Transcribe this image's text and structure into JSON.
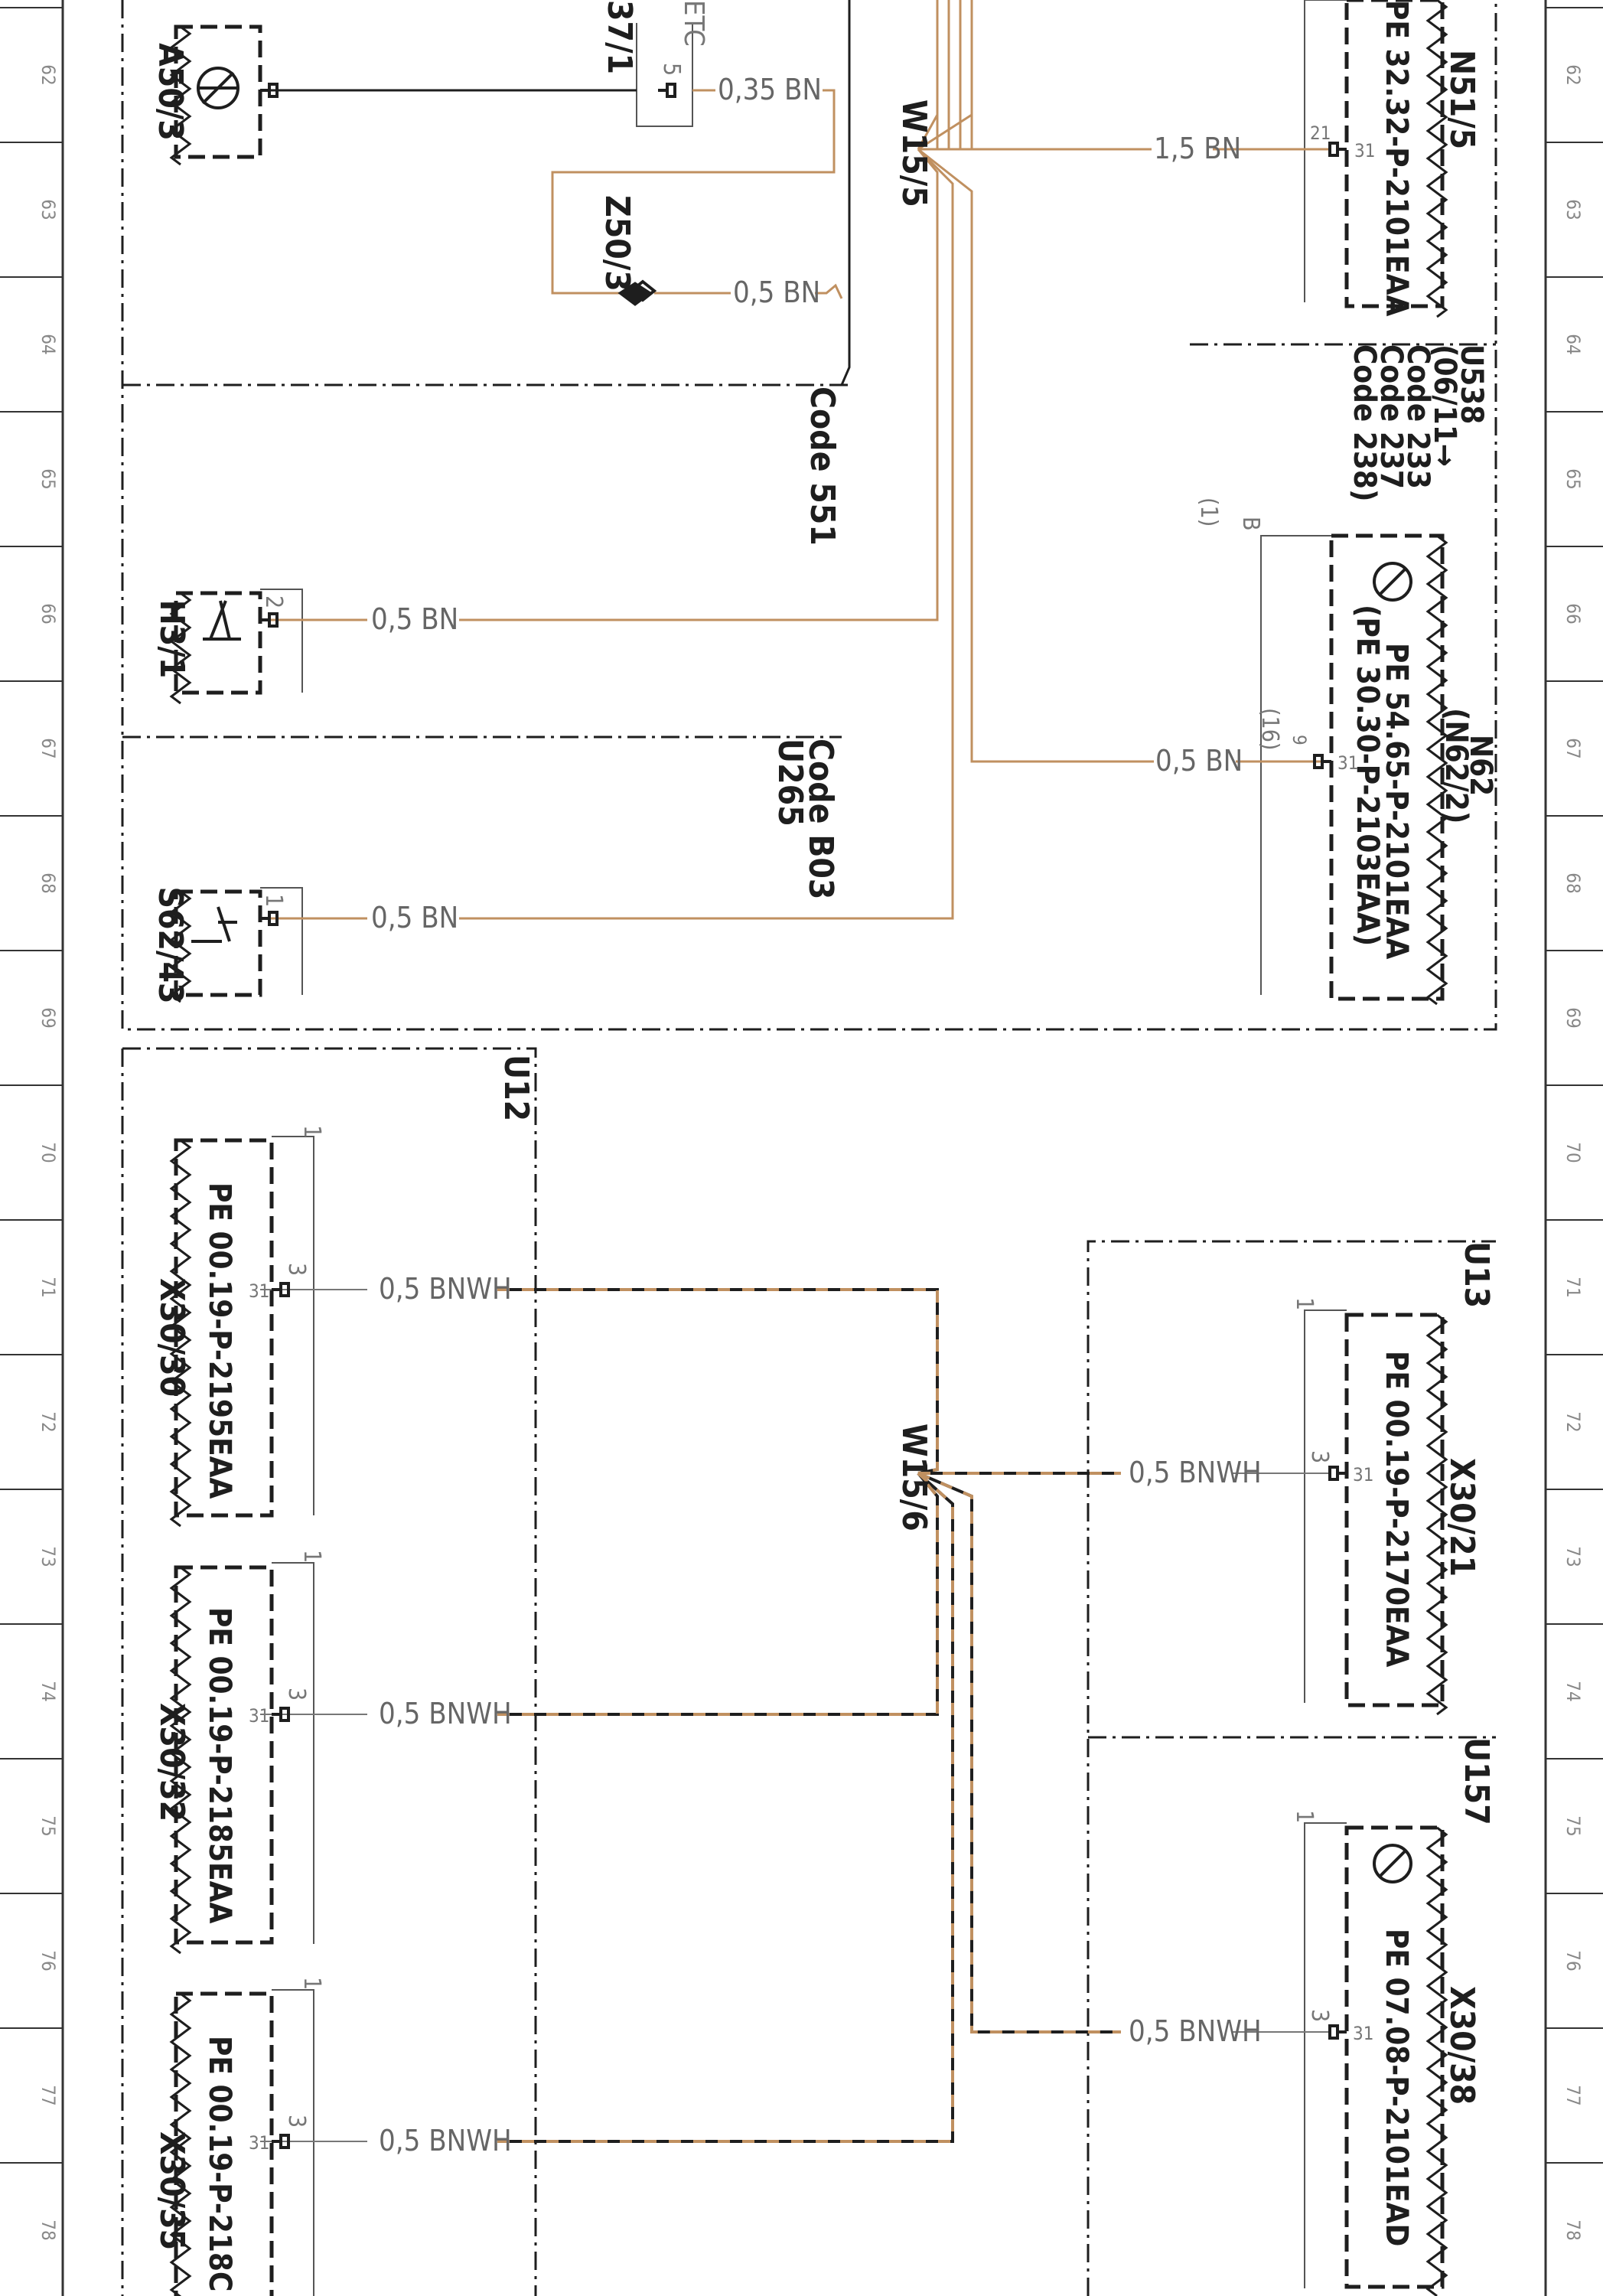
{
  "colors": {
    "wire_bn": "#c09060",
    "black": "#1e1e1e",
    "grey": "#777777"
  },
  "rows": [
    "62",
    "63",
    "64",
    "65",
    "66",
    "67",
    "68",
    "69",
    "70",
    "71",
    "72",
    "73",
    "74",
    "75",
    "76",
    "77",
    "78"
  ],
  "components": {
    "a50_3": "A50/3",
    "a37_1": "37/1",
    "etc": "ETC",
    "z50_3": "Z50/3",
    "h3_1": "H3/1",
    "s62_43": "S62/43",
    "w15_5": "W15/5",
    "w15_6": "W15/6",
    "n51_5": "N51/5",
    "n51_5_ref": "PE 32.32-P-2101EAA",
    "u538_lines": [
      "U538",
      "(06/11→",
      "Code 233",
      "Code 237",
      "Code 238)"
    ],
    "n62": "N62",
    "n62_2": "(N62/2)",
    "n62_ref1": "PE 54.65-P-2101EAA",
    "n62_ref2": "(PE 30.30-P-2103EAA)",
    "code551": "Code 551",
    "codeb03": "Code B03",
    "u265": "U265",
    "u12": "U12",
    "u13": "U13",
    "u157": "U157",
    "x30_30": "X30/30",
    "x30_30_ref": "PE 00.19-P-2195EAA",
    "x30_32": "X30/32",
    "x30_32_ref": "PE 00.19-P-2185EAA",
    "x30_35": "X30/35",
    "x30_35_ref": "PE 00.19-P-218C",
    "x30_21": "X30/21",
    "x30_21_ref": "PE 00.19-P-2170EAA",
    "x30_38": "X30/38",
    "x30_38_ref": "PE 07.08-P-2101EAD"
  },
  "wires": {
    "w_035bn": "0,35 BN",
    "w_z50": "0,5 BN",
    "w_15bn": "1,5 BN",
    "w_h3": "0,5 BN",
    "w_n62": "0,5 BN",
    "w_s62": "0,5 BN",
    "w_x3030": "0,5 BNWH",
    "w_x3032": "0,5 BNWH",
    "w_x3035": "0,5 BNWH",
    "w_x3021": "0,5 BNWH",
    "w_x3038": "0,5 BNWH"
  },
  "pins": {
    "a37_pin": "5",
    "n51_pin_a": "21",
    "n51_pin_b": "31",
    "h3_pin": "2",
    "s62_pin": "1",
    "n62_pin_a": "9",
    "n62_pin_b": "31",
    "n62_pin_alt": "(16)",
    "n62_b": "B",
    "n62_one": "(1)",
    "x3030_pin": "3",
    "x3030_31": "31",
    "x3030_1": "1",
    "x3032_pin": "3",
    "x3032_31": "31",
    "x3032_1": "1",
    "x3035_pin": "3",
    "x3035_31": "31",
    "x3035_1": "1",
    "x3021_pin": "3",
    "x3021_31": "31",
    "x3021_1": "1",
    "x3038_pin": "3",
    "x3038_31": "31",
    "x3038_1": "1"
  }
}
